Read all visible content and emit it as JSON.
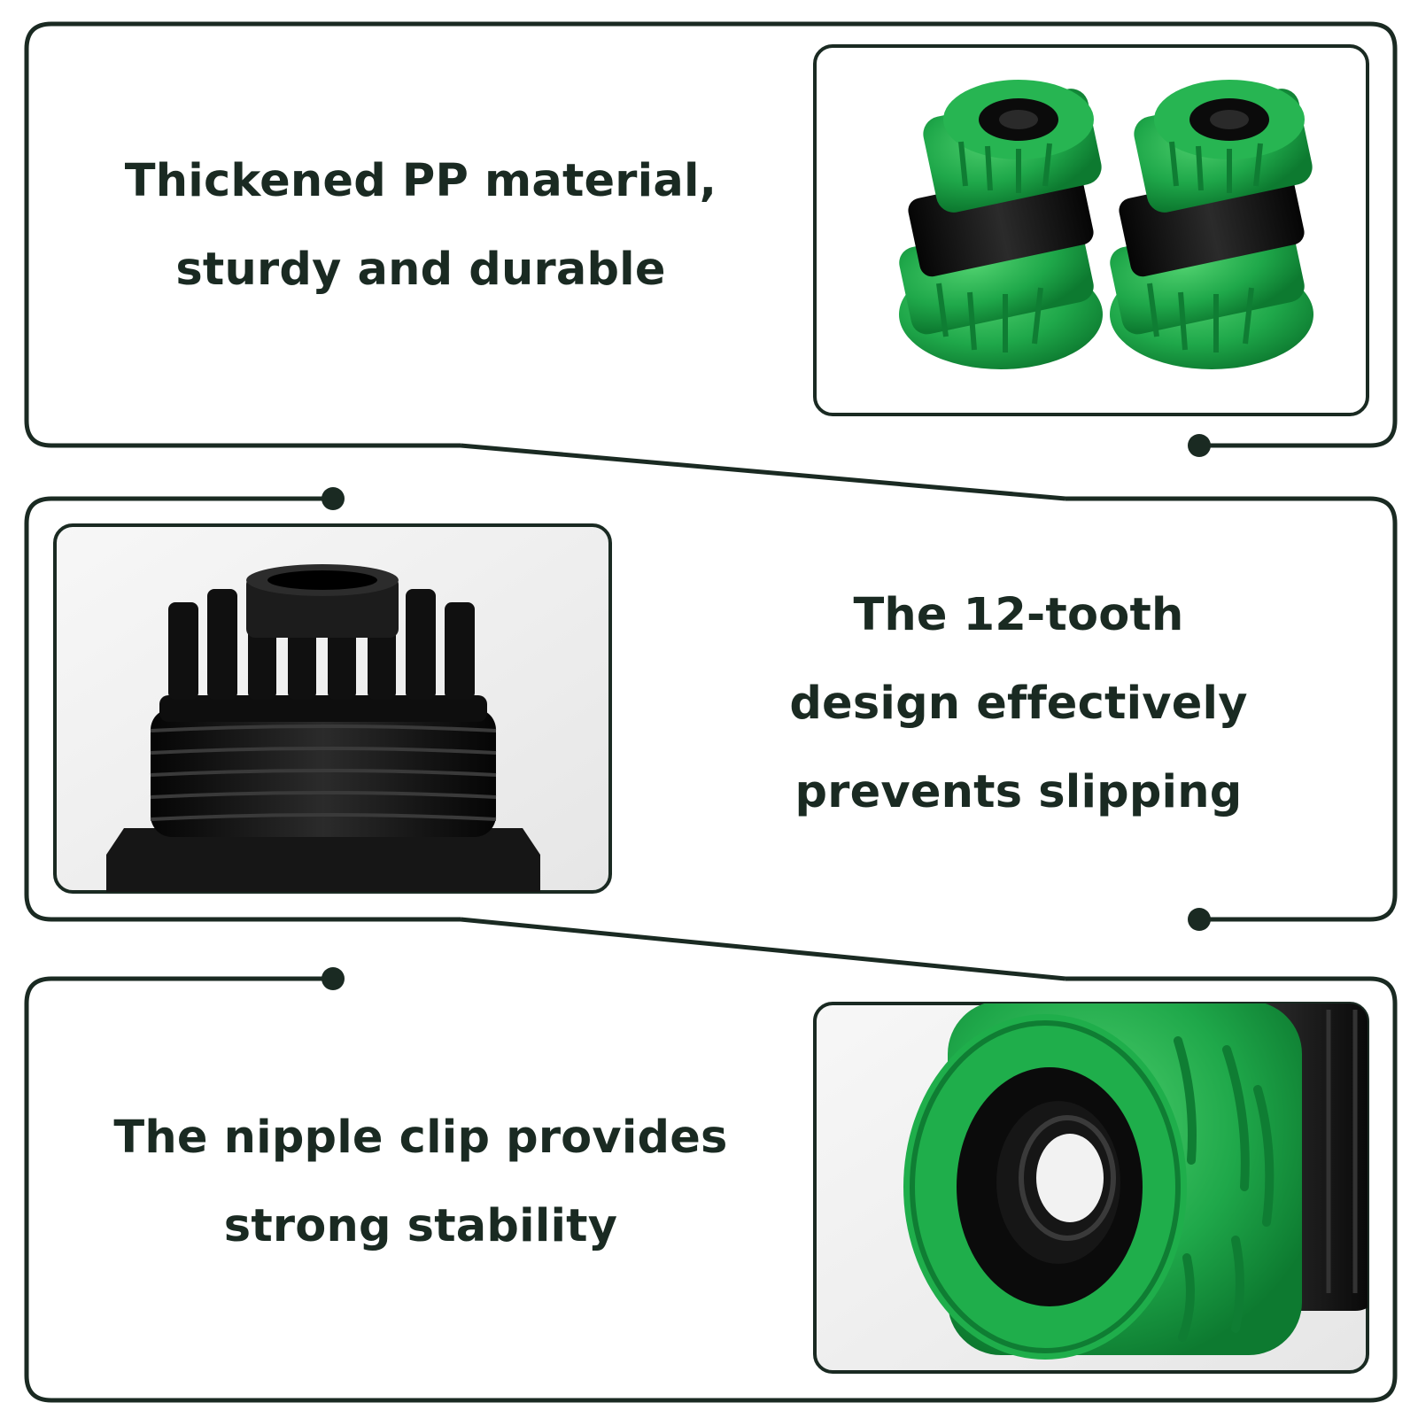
{
  "colors": {
    "frame": "#1a2a22",
    "accent_green": "#1fa84a",
    "dark_plastic": "#141414",
    "photo_background": "#f2f2f2"
  },
  "sections": [
    {
      "caption_lines": [
        "Thickened PP material,",
        "sturdy and durable"
      ],
      "photo": "two-green-hose-connectors"
    },
    {
      "caption_lines": [
        "The 12-tooth",
        "design effectively",
        "prevents slipping"
      ],
      "photo": "black-12-tooth-threaded-fitting"
    },
    {
      "caption_lines": [
        "The nipple clip provides",
        "strong stability"
      ],
      "photo": "green-connector-closeup"
    }
  ]
}
